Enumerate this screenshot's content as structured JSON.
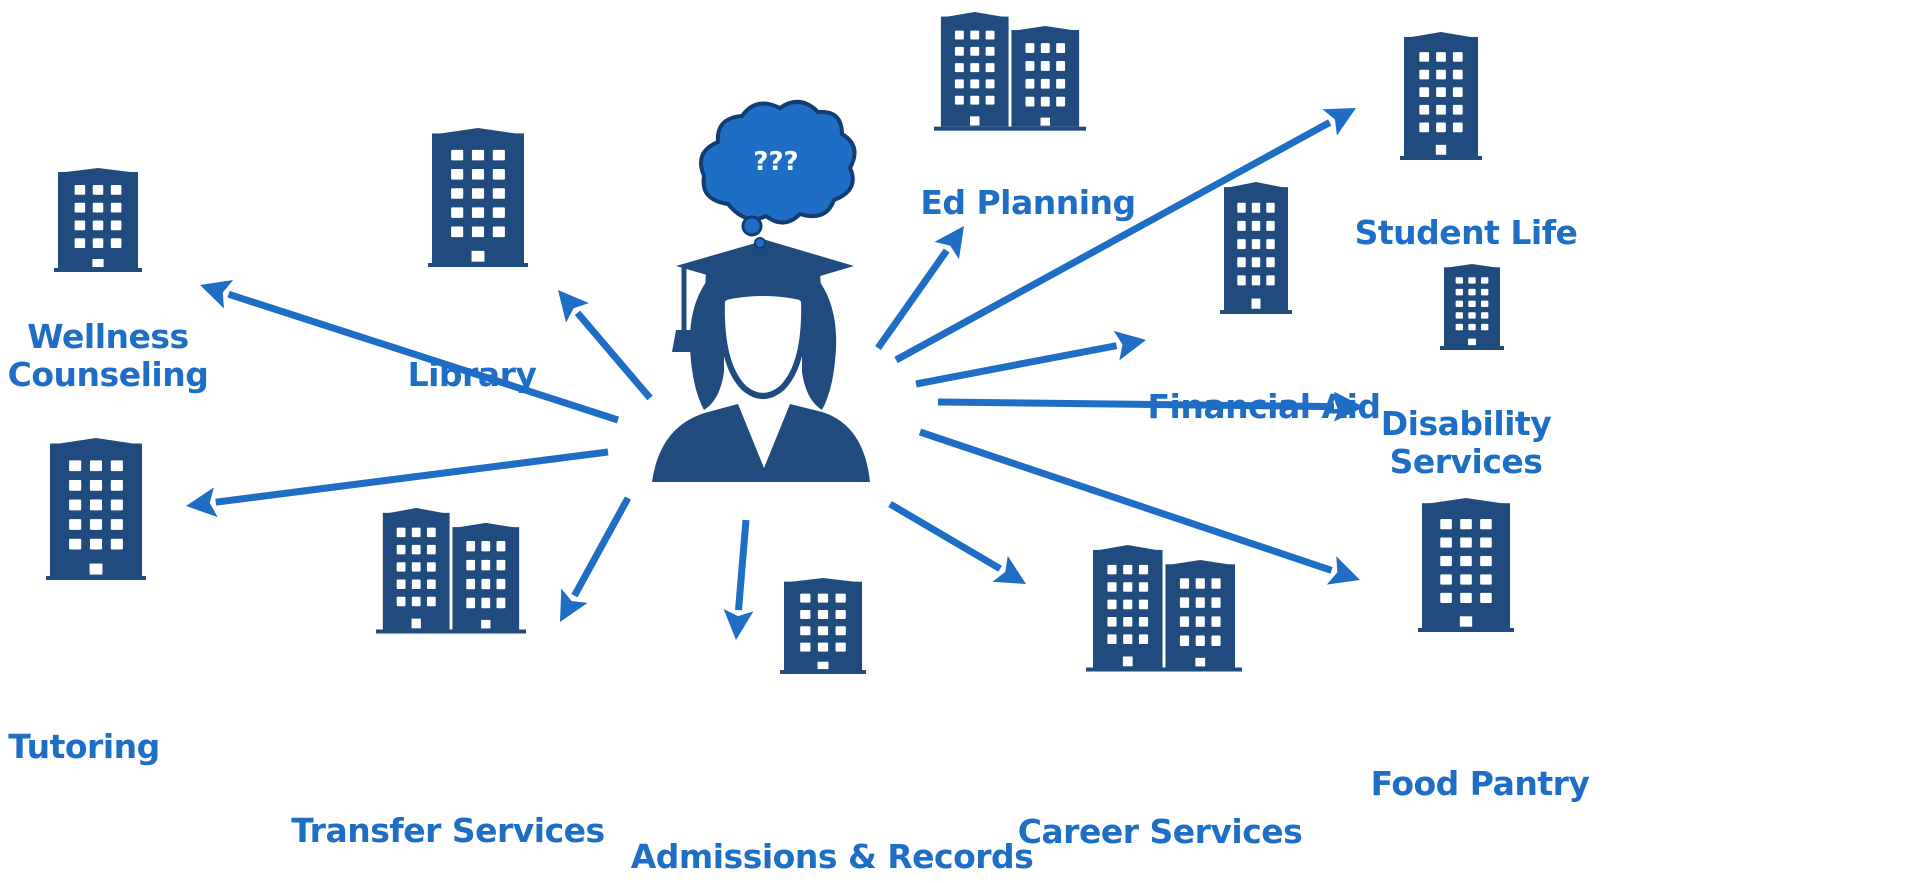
{
  "colors": {
    "building": "#1f4b7f",
    "window": "#ffffff",
    "arrow": "#1f6ec5",
    "label": "#1f6ec5",
    "student": "#1f4b7f",
    "thought_bubble": "#1f6ec5",
    "thought_bubble_outline": "#123d73",
    "thought_text": "#ffffff"
  },
  "center": {
    "name": "student-graduate",
    "icon": "graduate-student-icon",
    "thought": {
      "icon": "thought-cloud-icon",
      "text": "???"
    }
  },
  "nodes": [
    {
      "id": "wellness-counseling",
      "label": "Wellness Counseling",
      "lines": [
        "Wellness",
        "Counseling"
      ],
      "icon": "building-icon"
    },
    {
      "id": "library",
      "label": "Library",
      "lines": [
        "Library"
      ],
      "icon": "building-icon"
    },
    {
      "id": "ed-planning",
      "label": "Ed Planning",
      "lines": [
        "Ed Planning"
      ],
      "icon": "twin-buildings-icon"
    },
    {
      "id": "student-life",
      "label": "Student Life",
      "lines": [
        "Student Life"
      ],
      "icon": "building-icon"
    },
    {
      "id": "financial-aid",
      "label": "Financial Aid",
      "lines": [
        "Financial Aid"
      ],
      "icon": "building-icon"
    },
    {
      "id": "disability-services",
      "label": "Disability Services",
      "lines": [
        "Disability",
        "Services"
      ],
      "icon": "building-icon"
    },
    {
      "id": "tutoring",
      "label": "Tutoring",
      "lines": [
        "Tutoring"
      ],
      "icon": "building-icon"
    },
    {
      "id": "transfer-services",
      "label": "Transfer Services",
      "lines": [
        "Transfer Services"
      ],
      "icon": "twin-buildings-icon"
    },
    {
      "id": "admissions-records",
      "label": "Admissions & Records",
      "lines": [
        "Admissions & Records"
      ],
      "icon": "building-icon"
    },
    {
      "id": "career-services",
      "label": "Career Services",
      "lines": [
        "Career Services"
      ],
      "icon": "twin-buildings-icon"
    },
    {
      "id": "food-pantry",
      "label": "Food Pantry",
      "lines": [
        "Food Pantry"
      ],
      "icon": "building-icon"
    }
  ],
  "edges": [
    {
      "from": "student-graduate",
      "to": "wellness-counseling"
    },
    {
      "from": "student-graduate",
      "to": "library"
    },
    {
      "from": "student-graduate",
      "to": "ed-planning"
    },
    {
      "from": "student-graduate",
      "to": "student-life"
    },
    {
      "from": "student-graduate",
      "to": "financial-aid"
    },
    {
      "from": "student-graduate",
      "to": "disability-services"
    },
    {
      "from": "student-graduate",
      "to": "tutoring"
    },
    {
      "from": "student-graduate",
      "to": "transfer-services"
    },
    {
      "from": "student-graduate",
      "to": "admissions-records"
    },
    {
      "from": "student-graduate",
      "to": "career-services"
    },
    {
      "from": "student-graduate",
      "to": "food-pantry"
    }
  ]
}
